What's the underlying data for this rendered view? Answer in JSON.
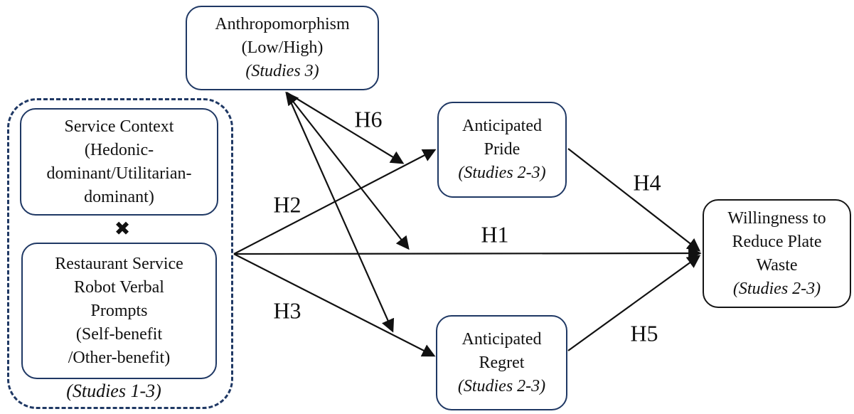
{
  "diagram": {
    "colors": {
      "navy": "#1f3864",
      "line_black": "#111111",
      "background": "#ffffff"
    },
    "nodes": {
      "anthropomorphism": {
        "line1": "Anthropomorphism",
        "line2": "(Low/High)",
        "studies": "(Studies 3)"
      },
      "service_context": {
        "line1": "Service Context",
        "line2": "(Hedonic-",
        "line3": "dominant/Utilitarian-",
        "line4": "dominant)"
      },
      "robot_prompts": {
        "line1": "Restaurant Service",
        "line2": "Robot Verbal",
        "line3": "Prompts",
        "line4": "(Self-benefit",
        "line5": "/Other-benefit)"
      },
      "independent_group": {
        "interaction_symbol": "✖",
        "studies": "(Studies 1-3)"
      },
      "anticipated_pride": {
        "line1": "Anticipated",
        "line2": "Pride",
        "studies": "(Studies 2-3)"
      },
      "anticipated_regret": {
        "line1": "Anticipated",
        "line2": "Regret",
        "studies": "(Studies 2-3)"
      },
      "willingness": {
        "line1": "Willingness to",
        "line2": "Reduce Plate",
        "line3": "Waste",
        "studies": "(Studies 2-3)"
      }
    },
    "hypotheses": {
      "h1": "H1",
      "h2": "H2",
      "h3": "H3",
      "h4": "H4",
      "h5": "H5",
      "h6": "H6"
    }
  }
}
